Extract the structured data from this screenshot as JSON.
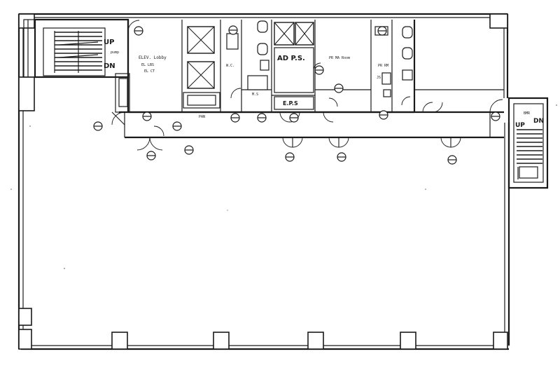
{
  "plan": {
    "stair_left": {
      "up_label": "UP",
      "down_label": "DN",
      "note": "pump"
    },
    "stair_right": {
      "up_label": "UP",
      "down_label": "DN",
      "note": "BMR"
    },
    "rooms": {
      "elevator_hall": "ELEV. Lobby",
      "elevator_hall_sub1": "EL LBS",
      "elevator_hall_sub2": "EL CT",
      "ad_ps": "AD  P.S.",
      "eps": "E.P.S",
      "office_small": "PR MA Room",
      "toilet_w": "W.C.",
      "toilet_m": "PR RM",
      "mech": "M.S",
      "store": "PAN",
      "janitor": "JS"
    }
  }
}
